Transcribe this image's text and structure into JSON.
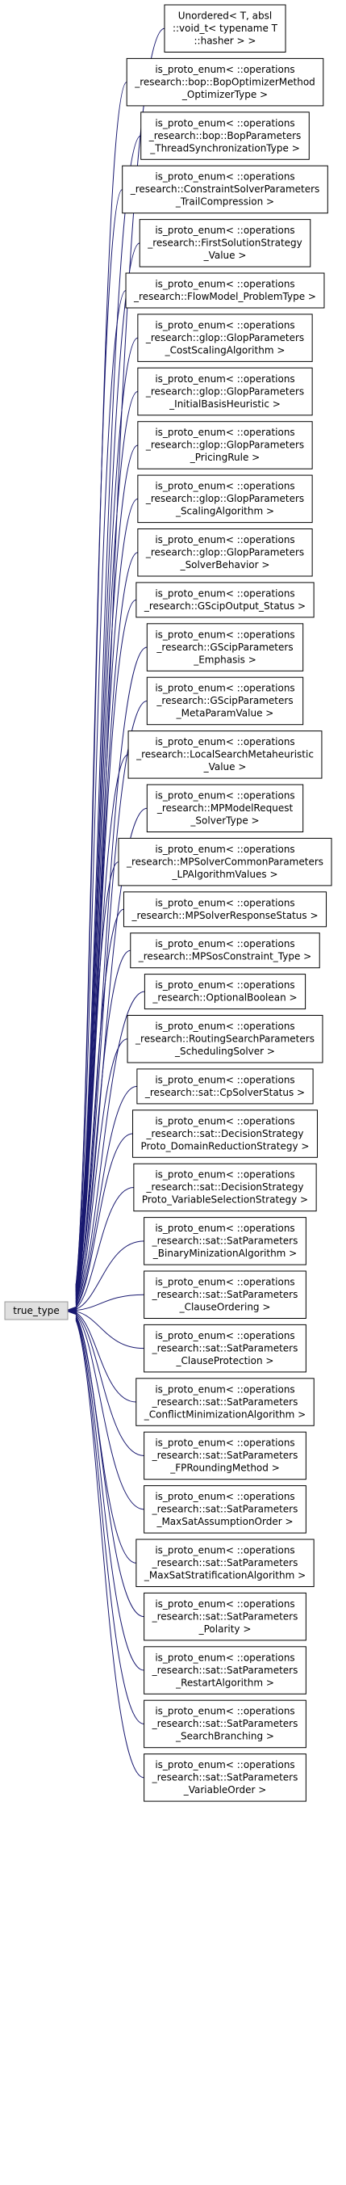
{
  "diagram": {
    "base_class": "true_type",
    "derived_classes": [
      [
        "Unordered< T, absl",
        "::void_t< typename T",
        "::hasher > >"
      ],
      [
        "is_proto_enum< ::operations",
        "_research::bop::BopOptimizerMethod",
        "_OptimizerType >"
      ],
      [
        "is_proto_enum< ::operations",
        "_research::bop::BopParameters",
        "_ThreadSynchronizationType >"
      ],
      [
        "is_proto_enum< ::operations",
        "_research::ConstraintSolverParameters",
        "_TrailCompression >"
      ],
      [
        "is_proto_enum< ::operations",
        "_research::FirstSolutionStrategy",
        "_Value >"
      ],
      [
        "is_proto_enum< ::operations",
        "_research::FlowModel_ProblemType >"
      ],
      [
        "is_proto_enum< ::operations",
        "_research::glop::GlopParameters",
        "_CostScalingAlgorithm >"
      ],
      [
        "is_proto_enum< ::operations",
        "_research::glop::GlopParameters",
        "_InitialBasisHeuristic >"
      ],
      [
        "is_proto_enum< ::operations",
        "_research::glop::GlopParameters",
        "_PricingRule >"
      ],
      [
        "is_proto_enum< ::operations",
        "_research::glop::GlopParameters",
        "_ScalingAlgorithm >"
      ],
      [
        "is_proto_enum< ::operations",
        "_research::glop::GlopParameters",
        "_SolverBehavior >"
      ],
      [
        "is_proto_enum< ::operations",
        "_research::GScipOutput_Status >"
      ],
      [
        "is_proto_enum< ::operations",
        "_research::GScipParameters",
        "_Emphasis >"
      ],
      [
        "is_proto_enum< ::operations",
        "_research::GScipParameters",
        "_MetaParamValue >"
      ],
      [
        "is_proto_enum< ::operations",
        "_research::LocalSearchMetaheuristic",
        "_Value >"
      ],
      [
        "is_proto_enum< ::operations",
        "_research::MPModelRequest",
        "_SolverType >"
      ],
      [
        "is_proto_enum< ::operations",
        "_research::MPSolverCommonParameters",
        "_LPAlgorithmValues >"
      ],
      [
        "is_proto_enum< ::operations",
        "_research::MPSolverResponseStatus >"
      ],
      [
        "is_proto_enum< ::operations",
        "_research::MPSosConstraint_Type >"
      ],
      [
        "is_proto_enum< ::operations",
        "_research::OptionalBoolean >"
      ],
      [
        "is_proto_enum< ::operations",
        "_research::RoutingSearchParameters",
        "_SchedulingSolver >"
      ],
      [
        "is_proto_enum< ::operations",
        "_research::sat::CpSolverStatus >"
      ],
      [
        "is_proto_enum< ::operations",
        "_research::sat::DecisionStrategy",
        "Proto_DomainReductionStrategy >"
      ],
      [
        "is_proto_enum< ::operations",
        "_research::sat::DecisionStrategy",
        "Proto_VariableSelectionStrategy >"
      ],
      [
        "is_proto_enum< ::operations",
        "_research::sat::SatParameters",
        "_BinaryMinizationAlgorithm >"
      ],
      [
        "is_proto_enum< ::operations",
        "_research::sat::SatParameters",
        "_ClauseOrdering >"
      ],
      [
        "is_proto_enum< ::operations",
        "_research::sat::SatParameters",
        "_ClauseProtection >"
      ],
      [
        "is_proto_enum< ::operations",
        "_research::sat::SatParameters",
        "_ConflictMinimizationAlgorithm >"
      ],
      [
        "is_proto_enum< ::operations",
        "_research::sat::SatParameters",
        "_FPRoundingMethod >"
      ],
      [
        "is_proto_enum< ::operations",
        "_research::sat::SatParameters",
        "_MaxSatAssumptionOrder >"
      ],
      [
        "is_proto_enum< ::operations",
        "_research::sat::SatParameters",
        "_MaxSatStratificationAlgorithm >"
      ],
      [
        "is_proto_enum< ::operations",
        "_research::sat::SatParameters",
        "_Polarity >"
      ],
      [
        "is_proto_enum< ::operations",
        "_research::sat::SatParameters",
        "_RestartAlgorithm >"
      ],
      [
        "is_proto_enum< ::operations",
        "_research::sat::SatParameters",
        "_SearchBranching >"
      ],
      [
        "is_proto_enum< ::operations",
        "_research::sat::SatParameters",
        "_VariableOrder >"
      ]
    ],
    "colors": {
      "edge": "#191970",
      "node_border": "#000000",
      "base_fill": "#e0e0e0",
      "base_border": "#999999"
    }
  }
}
